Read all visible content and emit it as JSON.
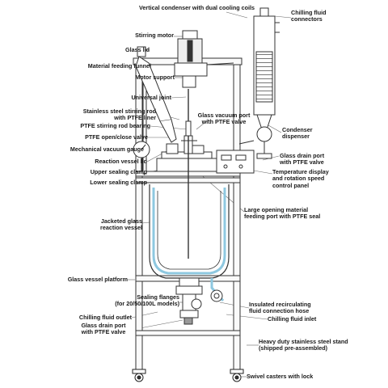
{
  "labels": {
    "vertical_condenser": "Vertical condenser with dual cooling coils",
    "chilling_fluid_connectors": "Chilling fluid\nconnectors",
    "stirring_motor": "Stirring motor",
    "glass_lid": "Glass lid",
    "material_feeding_funnel": "Material feeding funnel",
    "motor_support": "Motor support",
    "universal_joint": "Universal joint",
    "stirring_rod": "Stainless steel stirring rod\nwith PTFE liner",
    "ptfe_rod_bearing": "PTFE stirring rod bearing",
    "ptfe_open_close_valve": "PTFE open/close valve",
    "mechanical_vacuum_gauge": "Mechanical vacuum gauge",
    "reaction_vessel_lid": "Reaction vessel lid",
    "upper_sealing_clamp": "Upper sealing clamp",
    "lower_sealing_clamp": "Lower sealing clamp",
    "glass_vacuum_port": "Glass vacuum port\nwith PTFE valve",
    "condenser_dispenser": "Condenser\ndispenser",
    "glass_drain_port_top": "Glass drain port\nwith PTFE valve",
    "temperature_display": "Temperature display\nand rotation speed\ncontrol panel",
    "large_opening_port": "Large opening material\nfeeding port with PTFE seal",
    "jacketed_vessel": "Jacketed glass\nreaction vessel",
    "glass_vessel_platform": "Glass vessel platform",
    "sealing_flanges": "Sealing flanges\n(for 20/50/100L models)",
    "chilling_fluid_outlet": "Chilling fluid outlet",
    "glass_drain_port_bottom": "Glass drain port\nwith PTFE valve",
    "insulated_hose": "Insulated recirculating\nfluid connection hose",
    "chilling_fluid_inlet": "Chilling fluid inlet",
    "stainless_steel_stand": "Heavy duty stainless steel stand\n(shipped pre-assembled)",
    "swivel_casters": "Swivel casters with lock"
  },
  "colors": {
    "jacket_fluid": "#8ec8e0",
    "line": "#333333",
    "text": "#1a1a1a"
  }
}
